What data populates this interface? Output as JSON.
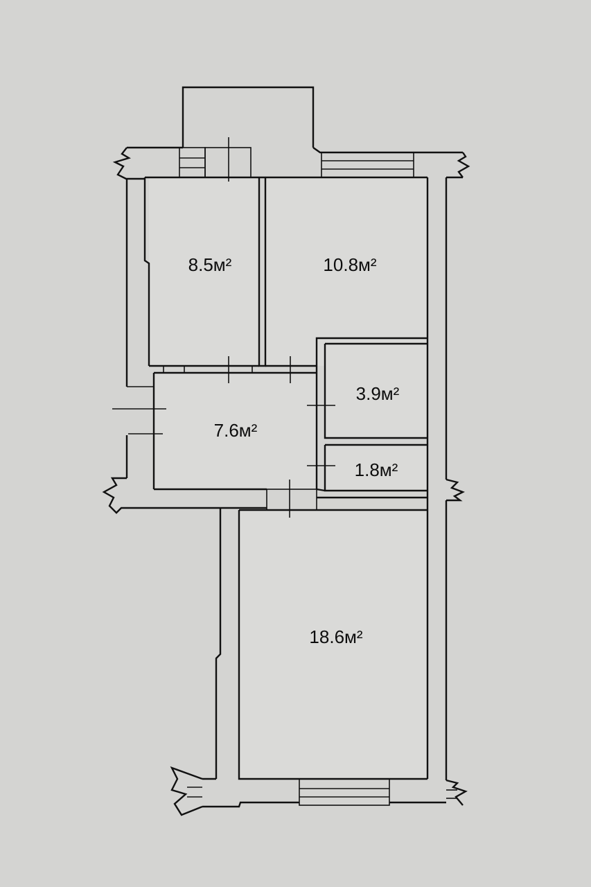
{
  "floor_plan": {
    "rooms": [
      {
        "id": "room-top-left",
        "area_label": "8.5м²"
      },
      {
        "id": "room-top-right",
        "area_label": "10.8м²"
      },
      {
        "id": "room-small-upper",
        "area_label": "3.9м²"
      },
      {
        "id": "room-hall",
        "area_label": "7.6м²"
      },
      {
        "id": "room-small-lower",
        "area_label": "1.8м²"
      },
      {
        "id": "room-large",
        "area_label": "18.6м²"
      }
    ],
    "colors": {
      "paper": "#d4d4d2",
      "line": "#111111"
    }
  }
}
